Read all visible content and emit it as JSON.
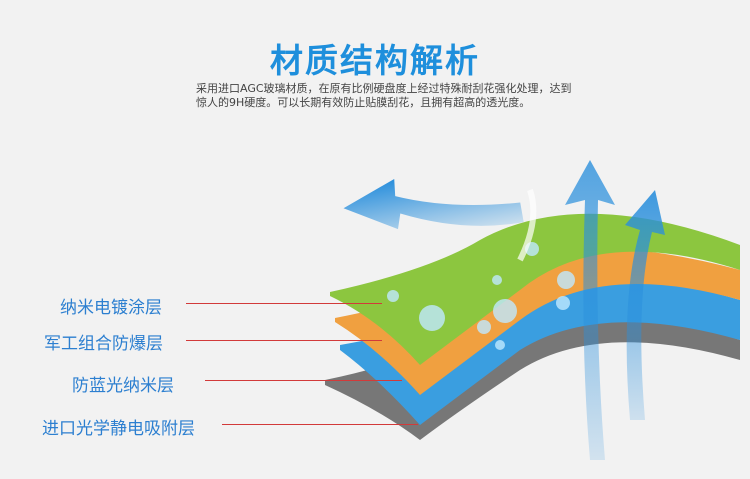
{
  "header": {
    "title": "材质结构解析",
    "description_line1": "采用进口AGC玻璃材质，在原有比例硬盘度上经过特殊耐刮花强化处理，达到",
    "description_line2": "惊人的9H硬度。可以长期有效防止贴膜刮花，且拥有超高的透光度。"
  },
  "layers": [
    {
      "label": "纳米电镀涂层",
      "color": "#8cc63f"
    },
    {
      "label": "军工组合防爆层",
      "color": "#f0a040"
    },
    {
      "label": "防蓝光纳米层",
      "color": "#3a9ee0"
    },
    {
      "label": "进口光学静电吸附层",
      "color": "#7a7a7a"
    }
  ],
  "colors": {
    "title": "#1e8fdc",
    "label": "#2c7fd0",
    "line": "#d23a3a"
  }
}
